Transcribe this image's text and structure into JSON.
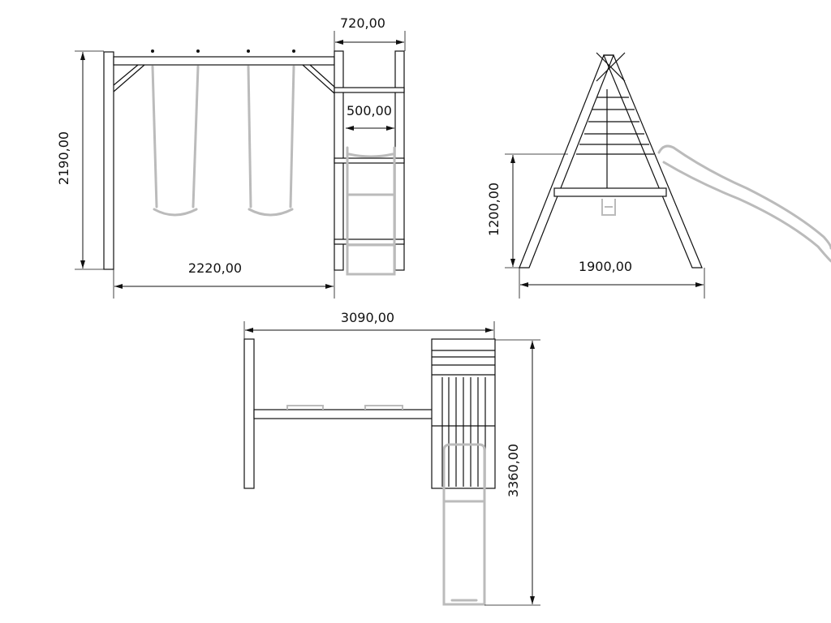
{
  "drawing": {
    "views": [
      "front-view",
      "side-view",
      "top-view"
    ],
    "dimensions": {
      "front_height": "2190,00",
      "front_swing_width": "2220,00",
      "tower_width": "720,00",
      "slide_width": "500,00",
      "side_platform_height": "1200,00",
      "side_base_width": "1900,00",
      "top_total_width": "3090,00",
      "top_total_depth": "3360,00"
    },
    "colors": {
      "line": "#111111",
      "accessory": "#bbbbbb"
    }
  }
}
